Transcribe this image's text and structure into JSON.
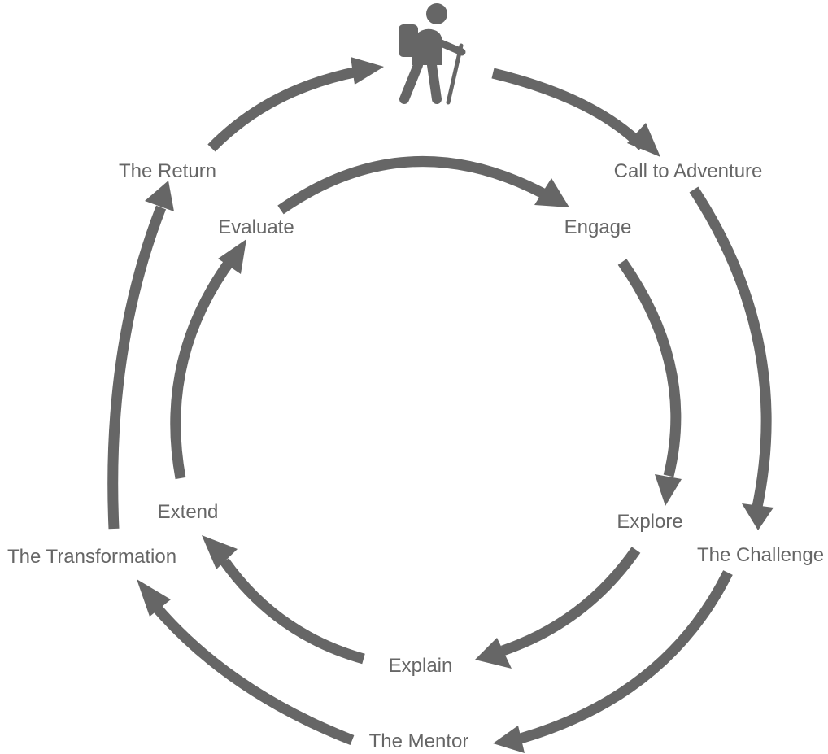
{
  "colors": {
    "stroke": "#666666",
    "text": "#666666",
    "background": "#ffffff"
  },
  "icon": {
    "name": "hiker-icon"
  },
  "outer_cycle": {
    "labels": {
      "call_to_adventure": "Call to Adventure",
      "the_challenge": "The Challenge",
      "the_mentor": "The Mentor",
      "the_transformation": "The Transformation",
      "the_return": "The Return"
    }
  },
  "inner_cycle": {
    "labels": {
      "engage": "Engage",
      "explore": "Explore",
      "explain": "Explain",
      "extend": "Extend",
      "evaluate": "Evaluate"
    }
  }
}
